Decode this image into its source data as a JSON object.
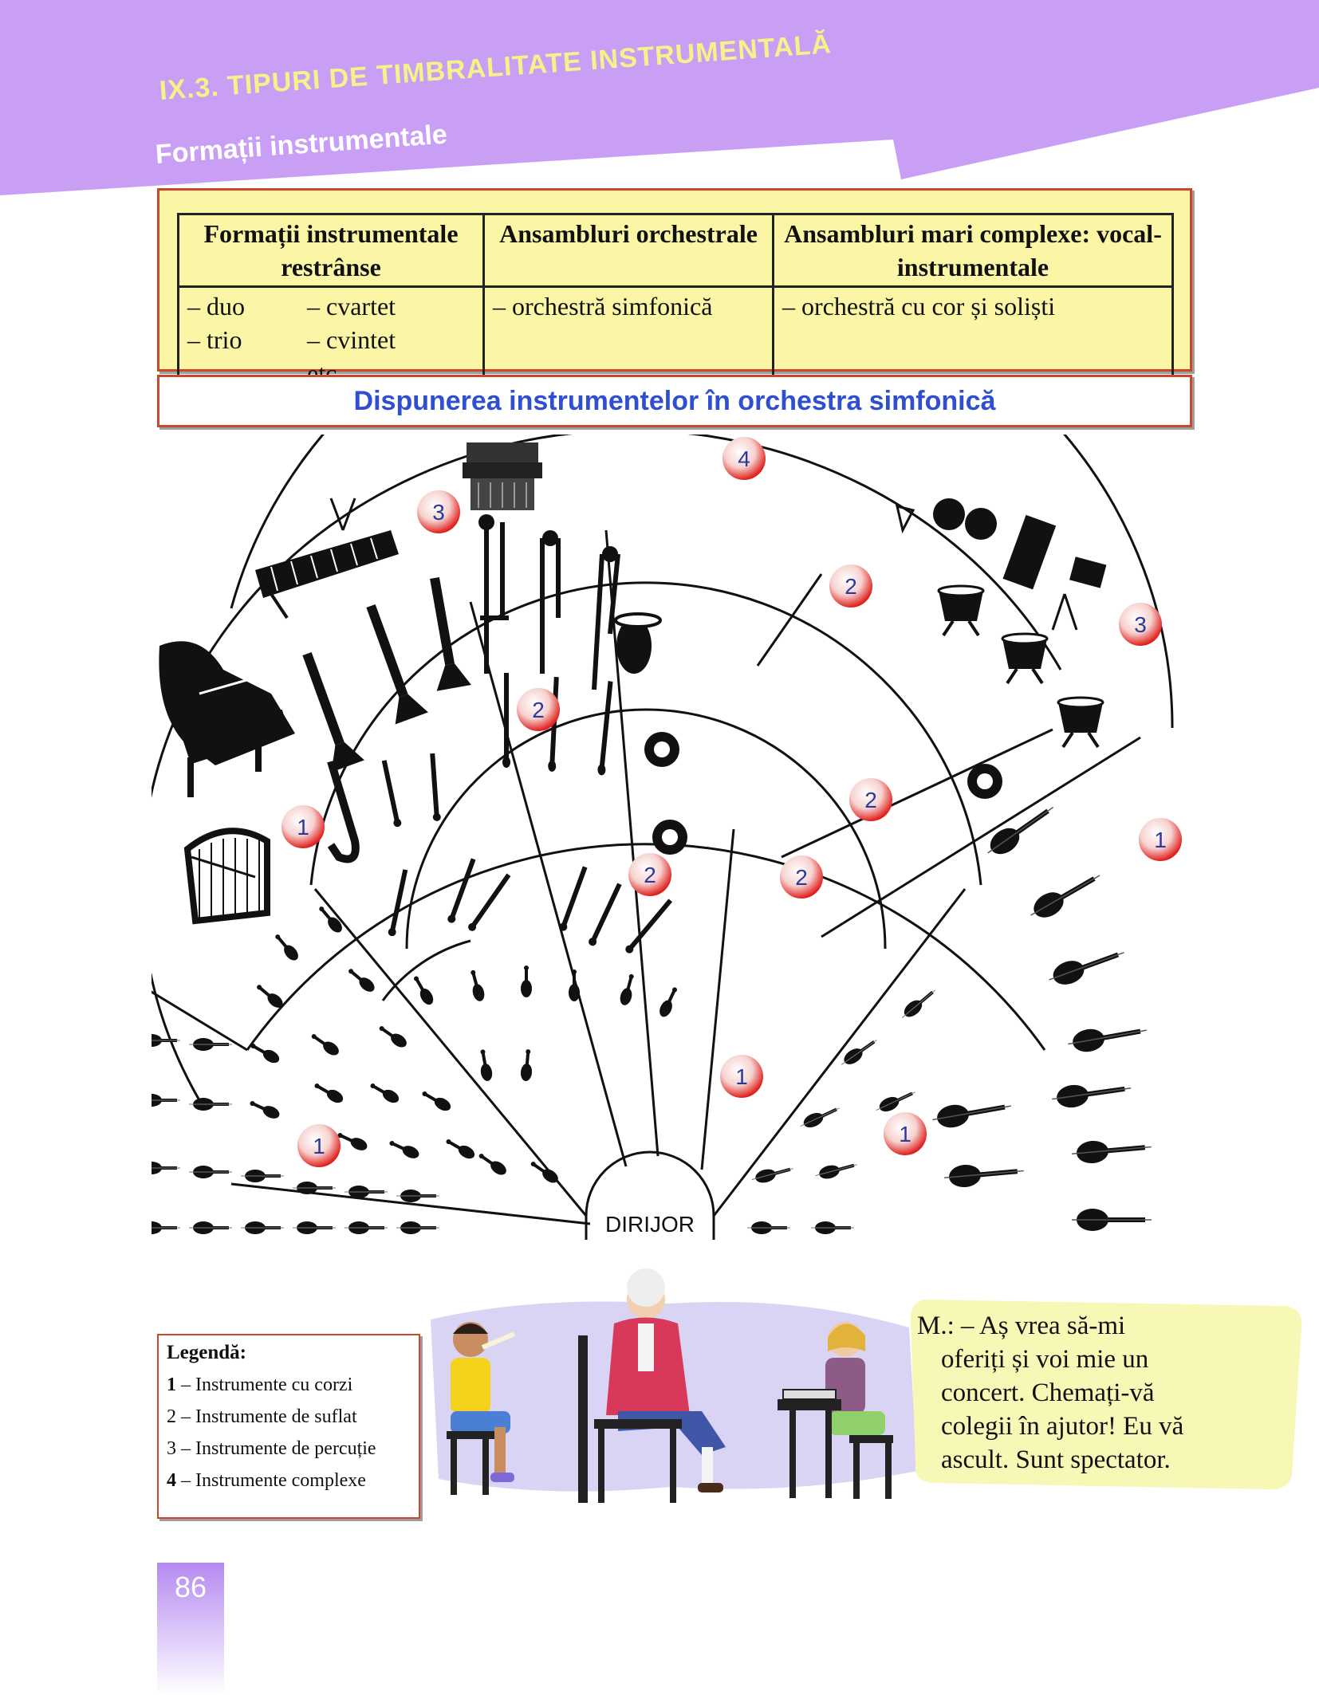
{
  "header": {
    "title": "IX.3. TIPURI DE TIMBRALITATE INSTRUMENTALĂ",
    "subtitle": "Formații instrumentale"
  },
  "formations_table": {
    "headers": [
      "Formații instrumentale restrânse",
      "Ansambluri orchestrale",
      "Ansambluri mari complexe: vocal-instrumentale"
    ],
    "col1_items": [
      "– duo",
      "– cvartet",
      "– trio",
      "– cvintet etc."
    ],
    "col2_items": [
      "– orchestră simfonică"
    ],
    "col3_items": [
      "– orchestră cu cor și soliști"
    ]
  },
  "diagram": {
    "title": "Dispunerea instrumentelor în orchestra simfonică",
    "conductor_label": "DIRIJOR",
    "badges": [
      "4",
      "3",
      "3",
      "2",
      "2",
      "2",
      "2",
      "2",
      "1",
      "1",
      "1",
      "1",
      "1",
      "1"
    ]
  },
  "legend": {
    "title": "Legendă:",
    "items": [
      {
        "num": "1",
        "text": "Instrumente cu corzi"
      },
      {
        "num": "2",
        "text": "Instrumente de suflat"
      },
      {
        "num": "3",
        "text": "Instrumente de percuție"
      },
      {
        "num": "4",
        "text": "Instrumente complexe"
      }
    ]
  },
  "speech": {
    "lines": [
      "M.: – Aș vrea să-mi",
      "oferiți și voi mie un",
      "concert. Chemați-vă",
      "colegii în ajutor! Eu vă",
      "ascult. Sunt spectator."
    ]
  },
  "page_number": "86",
  "colors": {
    "banner": "#c99ef5",
    "title_yellow": "#f4f28a",
    "table_bg": "#fbf6a5",
    "border_red": "#c9462f",
    "diagram_title_blue": "#2f4fd0",
    "badge_red": "#e0201c",
    "badge_text": "#2a3a9a",
    "speech_bg": "#f7f7b6"
  }
}
